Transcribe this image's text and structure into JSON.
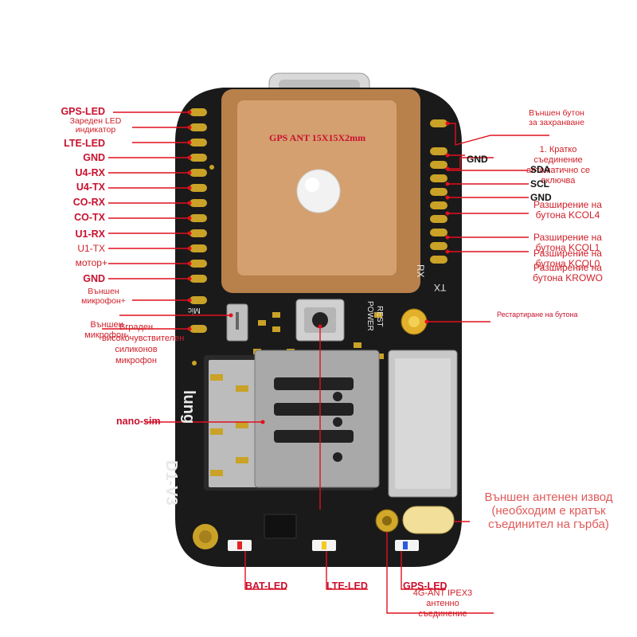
{
  "board": {
    "antenna_text": "GPS ANT 15X15X2mm",
    "silk_rx": "RX",
    "silk_tx": "TX",
    "silk_mic": "Mic",
    "silk_rest": "REST",
    "silk_power": "POWER",
    "silk_model": "D1-V3",
    "silk_brand": "lung"
  },
  "left_labels": [
    "GPS-LED",
    "Зареден LED индикатор",
    "LTE-LED",
    "GND",
    "U4-RX",
    "U4-TX",
    "CO-RX",
    "CO-TX",
    "U1-RX",
    "U1-TX",
    "мотор+",
    "GND",
    "Външен микрофон+",
    "Външен микрофон-",
    "Вграден високочувствителен силиконов микрофон",
    "nano-sim"
  ],
  "right_labels": [
    "Външен бутон за захранване",
    "GND",
    "1. Кратко съединение автоматично се включва",
    "SDA",
    "SCL",
    "GND",
    "Разширение на бутона KCOL4",
    "Разширение на бутона KCOL1",
    "Разширение на бутона KCOL0",
    "Разширение на бутона KROWO",
    "Рестартиране на бутона",
    "Външен антенен извод (необходим е кратък съединител на гърба)"
  ],
  "bottom_labels": [
    "BAT-LED",
    "LTE-LED",
    "GPS-LED",
    "4G-ANT IPEX3 антенно съединение"
  ],
  "colors": {
    "callout": "#e0101e",
    "board": "#1a1a1a",
    "gold": "#c9a227",
    "ceramic": "#cc9560"
  }
}
